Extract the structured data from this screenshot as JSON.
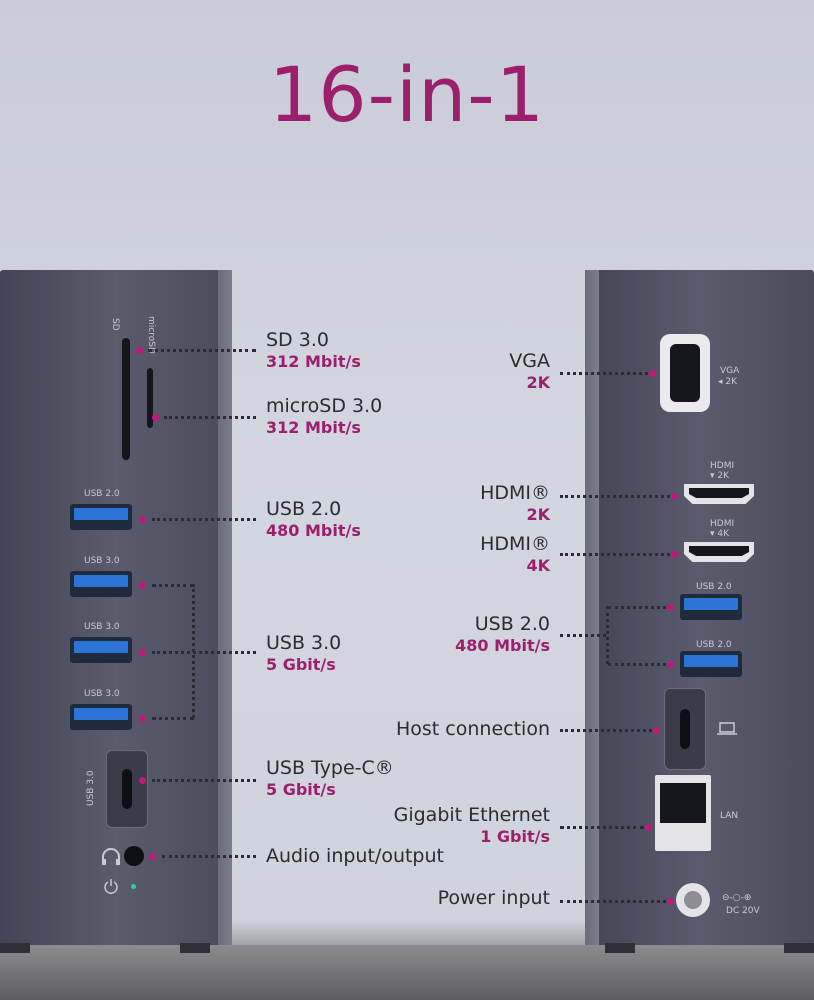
{
  "title": "16-in-1",
  "left": {
    "port_labels": {
      "sd": "SD",
      "microsd": "microSD",
      "usb20": "USB 2.0",
      "usb30": "USB 3.0"
    },
    "callouts": [
      {
        "name": "SD 3.0",
        "spec": "312 Mbit/s"
      },
      {
        "name": "microSD 3.0",
        "spec": "312 Mbit/s"
      },
      {
        "name": "USB 2.0",
        "spec": "480 Mbit/s"
      },
      {
        "name": "USB 3.0",
        "spec": "5 Gbit/s"
      },
      {
        "name": "USB Type-C®",
        "spec": "5 Gbit/s"
      },
      {
        "name": "Audio input/output",
        "spec": ""
      }
    ]
  },
  "right": {
    "port_labels": {
      "vga": "VGA",
      "vga_res": "◂ 2K",
      "hdmi1": "HDMI",
      "hdmi1_res": "▾ 2K",
      "hdmi2": "HDMI",
      "hdmi2_res": "▾ 4K",
      "usb20": "USB 2.0",
      "lan": "LAN",
      "dc": "DC 20V",
      "dc_symbol": "⊖-○-⊕"
    },
    "callouts": [
      {
        "name": "VGA",
        "spec": "2K"
      },
      {
        "name": "HDMI®",
        "spec": "2K"
      },
      {
        "name": "HDMI®",
        "spec": "4K"
      },
      {
        "name": "USB 2.0",
        "spec": "480 Mbit/s"
      },
      {
        "name": "Host connection",
        "spec": ""
      },
      {
        "name": "Gigabit Ethernet",
        "spec": "1 Gbit/s"
      },
      {
        "name": "Power input",
        "spec": ""
      }
    ]
  },
  "colors": {
    "accent": "#9c1f6b",
    "dot": "#c2187a",
    "usb_blue": "#2d74d8"
  },
  "icons": [
    "headphone-icon",
    "power-icon",
    "laptop-icon"
  ]
}
